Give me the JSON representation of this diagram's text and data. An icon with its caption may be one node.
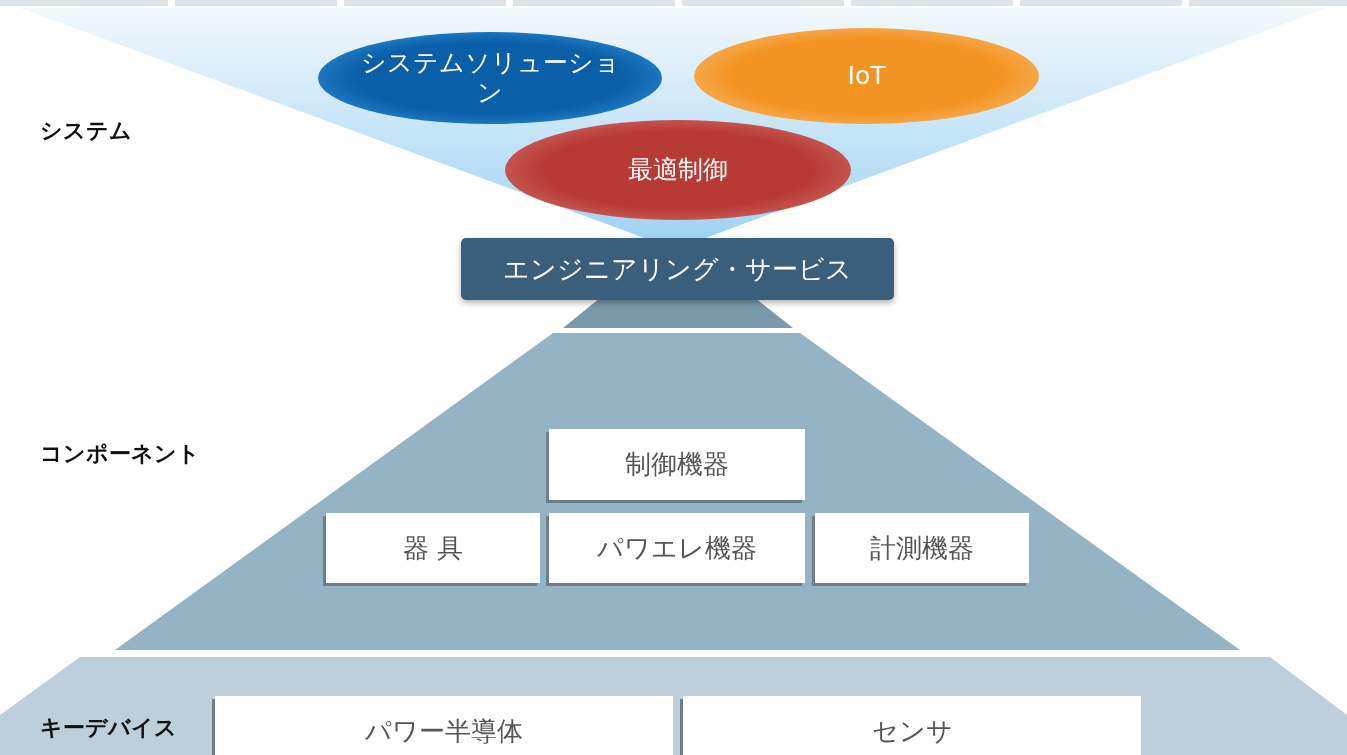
{
  "diagram": {
    "nodes": [
      {
        "text": [
          "システムソリューション"
        ]
      },
      {
        "text": [
          "IoT"
        ]
      },
      {
        "text": [
          "最適制御"
        ]
      },
      {
        "text": [
          "エンジニアリング・サービス"
        ]
      },
      {
        "text": [
          "制御機器"
        ]
      },
      {
        "text": [
          "器 具"
        ]
      },
      {
        "text": [
          "パワエレ機器"
        ]
      },
      {
        "text": [
          "計測機器"
        ]
      },
      {
        "text": [
          "パワー半導体"
        ]
      },
      {
        "text": [
          "センサ"
        ]
      }
    ],
    "labels": [
      "システム",
      "コンポーネント",
      "キーデバイス"
    ]
  }
}
